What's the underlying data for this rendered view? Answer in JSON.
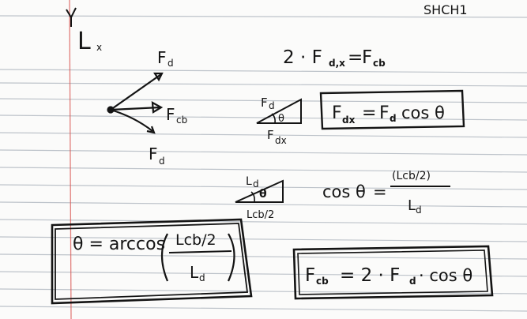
{
  "page": {
    "corner_note": "SHCH1",
    "rule_color": "#7f8c99",
    "margin_color": "#d9534f",
    "ink_color": "#141414"
  },
  "axis": {
    "label": "L",
    "subscript": "x"
  },
  "force_diagram": {
    "top_label": "F",
    "top_sub": "d",
    "middle_label": "F",
    "middle_sub": "cb",
    "bottom_label": "F",
    "bottom_sub": "d"
  },
  "equations": {
    "balance": {
      "lhs": "2 · F",
      "lhs_sub": "d,x",
      "rhs": "F",
      "rhs_sub": "cb"
    },
    "component": {
      "lhs": "F",
      "lhs_sub": "dx",
      "rhs": "F",
      "rhs_sub": "d",
      "rhs_tail": "cos θ"
    },
    "cosine": {
      "lhs": "cos θ",
      "numerator": "(Lcb/2)",
      "denominator": "L",
      "denominator_sub": "d"
    },
    "theta": {
      "lhs": "θ = arccos",
      "numerator": "Lcb/2",
      "denominator": "L",
      "denominator_sub": "d"
    },
    "final": {
      "lhs": "F",
      "lhs_sub": "cb",
      "rhs": "= 2 · F",
      "rhs_sub": "d",
      "rhs_tail": "· cos θ"
    }
  },
  "triangles": {
    "first": {
      "hyp": "F",
      "hyp_sub": "d",
      "angle": "θ",
      "base": "F",
      "base_sub": "dx"
    },
    "second": {
      "hyp": "L",
      "hyp_sub": "d",
      "angle": "θ",
      "base": "Lcb/2"
    }
  }
}
